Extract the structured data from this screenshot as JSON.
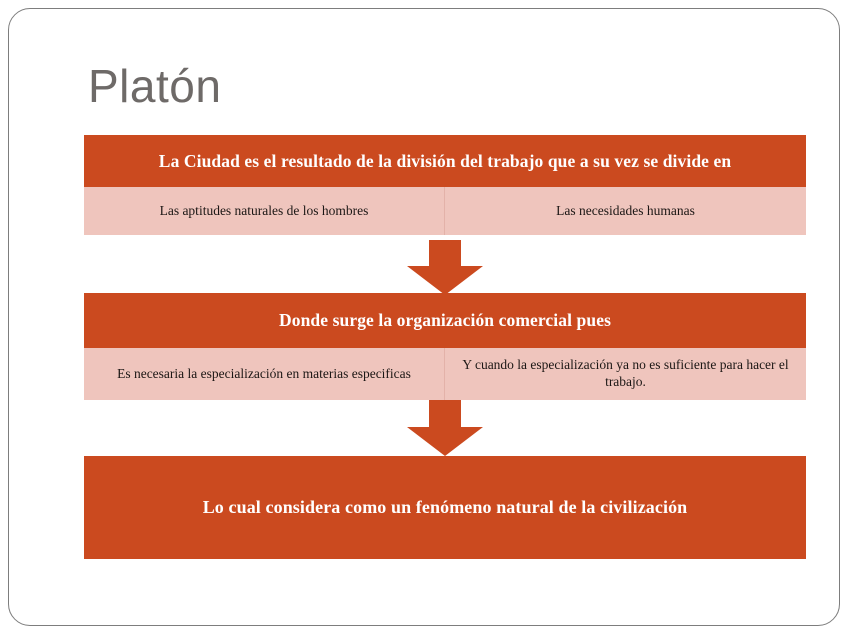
{
  "slide": {
    "title": "Platón",
    "background_color": "#ffffff",
    "frame_color": "#7d7d7d",
    "title_color": "#6e6a68"
  },
  "theme": {
    "band_color": "#CB4A1F",
    "band_text_color": "#ffffff",
    "subrow_color": "#EFC5BD",
    "subrow_text_color": "#1c1715",
    "divider_color": "#E3B2A9",
    "arrow_color": "#CB4A1F"
  },
  "diagram": {
    "type": "flow-chart",
    "blocks": [
      {
        "band": "La Ciudad es el resultado de la división del trabajo que a su vez se divide en",
        "cells": [
          "Las aptitudes naturales de los hombres",
          "Las necesidades humanas"
        ]
      },
      {
        "band": "Donde surge la organización comercial pues",
        "cells": [
          "Es necesaria la especialización en materias especificas",
          "Y cuando la especialización ya no es suficiente para hacer el trabajo."
        ]
      },
      {
        "band": "Lo cual considera como un fenómeno natural de la civilización",
        "cells": []
      }
    ],
    "connectors": [
      {
        "icon": "down-arrow-icon"
      },
      {
        "icon": "down-arrow-icon"
      }
    ]
  }
}
